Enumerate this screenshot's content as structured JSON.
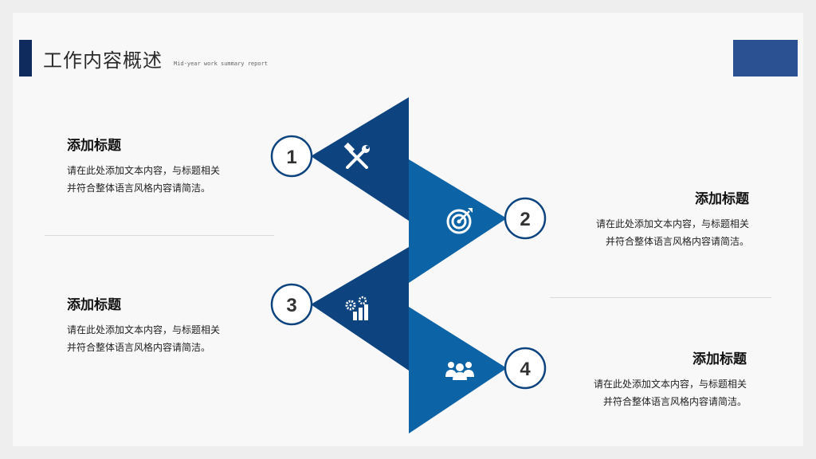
{
  "header": {
    "title": "工作内容概述",
    "subtitle": "Mid-year work summary report"
  },
  "colors": {
    "navy": "#0f2a5c",
    "dark_blue": "#0d447f",
    "mid_blue": "#0c63a6",
    "accent_rect": "#2c5192"
  },
  "steps": [
    {
      "number": "1",
      "icon": "tools-icon",
      "title": "添加标题",
      "line1": "请在此处添加文本内容，与标题相关",
      "line2": "并符合整体语言风格内容请简洁。"
    },
    {
      "number": "2",
      "icon": "target-icon",
      "title": "添加标题",
      "line1": "请在此处添加文本内容，与标题相关",
      "line2": "并符合整体语言风格内容请简洁。"
    },
    {
      "number": "3",
      "icon": "chart-gears-icon",
      "title": "添加标题",
      "line1": "请在此处添加文本内容，与标题相关",
      "line2": "并符合整体语言风格内容请简洁。"
    },
    {
      "number": "4",
      "icon": "team-icon",
      "title": "添加标题",
      "line1": "请在此处添加文本内容，与标题相关",
      "line2": "并符合整体语言风格内容请简洁。"
    }
  ]
}
